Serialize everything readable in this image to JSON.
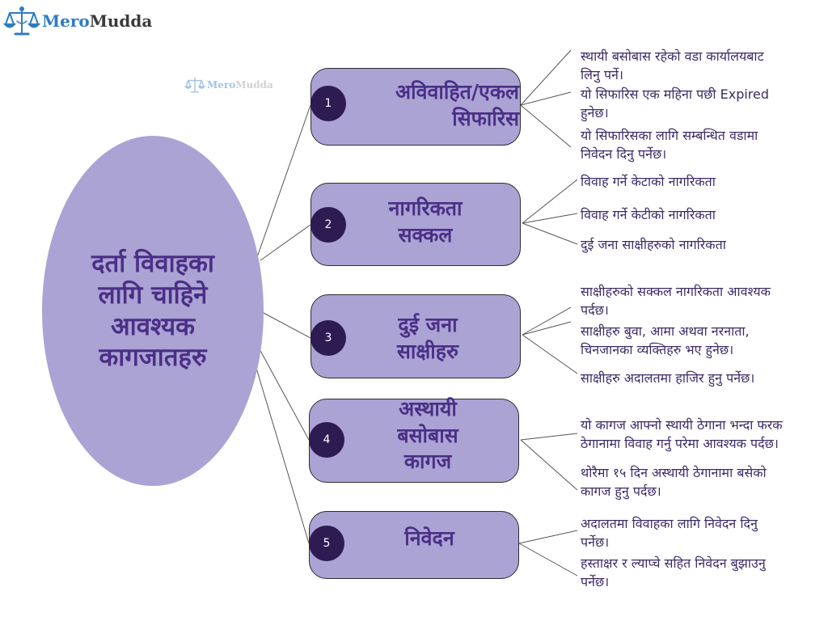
{
  "brand": {
    "logo_text_a": "Mero",
    "logo_text_b": "Mudda",
    "watermark_a": "Mero",
    "watermark_b": "Mudda"
  },
  "colors": {
    "fill": "#aaa3d4",
    "badge": "#2e1b52",
    "text": "#4b2f86",
    "brand_blue": "#2e7cc2"
  },
  "center": {
    "title": "दर्ता विवाहका\nलागि चाहिने\nआवश्यक\nकागजातहरु"
  },
  "nodes": [
    {
      "number": "1",
      "label": "अविवाहित/एकल\nसिफारिस",
      "notes": [
        "स्थायी बसोबास रहेको वडा कार्यालयबाट\nलिनु पर्ने।",
        "यो सिफारिस एक महिना पछी Expired\nहुनेछ।",
        "यो सिफारिसका लागि सम्बन्धित वडामा\nनिवेदन दिनु पर्नेछ।"
      ]
    },
    {
      "number": "2",
      "label": "नागरिकता\nसक्कल",
      "notes": [
        "विवाह गर्ने केटाको नागरिकता",
        "विवाह गर्ने केटीको नागरिकता",
        "दुई जना साक्षीहरुको नागरिकता"
      ]
    },
    {
      "number": "3",
      "label": "दुई जना\nसाक्षीहरु",
      "notes": [
        "साक्षीहरुको सक्कल नागरिकता आवश्यक\nपर्दछ।",
        "साक्षीहरु बुवा, आमा अथवा नरनाता,\nचिनजानका व्यक्तिहरु भए हुनेछ।",
        "साक्षीहरु अदालतमा हाजिर हुनु पर्नेछ।"
      ]
    },
    {
      "number": "4",
      "label": "अस्थायी\nबसोबास\nकागज",
      "notes": [
        "यो कागज आफ्नो स्थायी ठेगाना भन्दा फरक\nठेगानामा विवाह गर्नु परेमा आवश्यक पर्दछ।",
        "थोरैमा १५ दिन अस्थायी ठेगानामा बसेको\nकागज हुनु पर्दछ।"
      ]
    },
    {
      "number": "5",
      "label": "निवेदन",
      "notes": [
        "अदालतमा विवाहका लागि निवेदन दिनु\nपर्नेछ।",
        "हस्ताक्षर र ल्याप्चे सहित निवेदन बुझाउनु\nपर्नेछ।"
      ]
    }
  ]
}
